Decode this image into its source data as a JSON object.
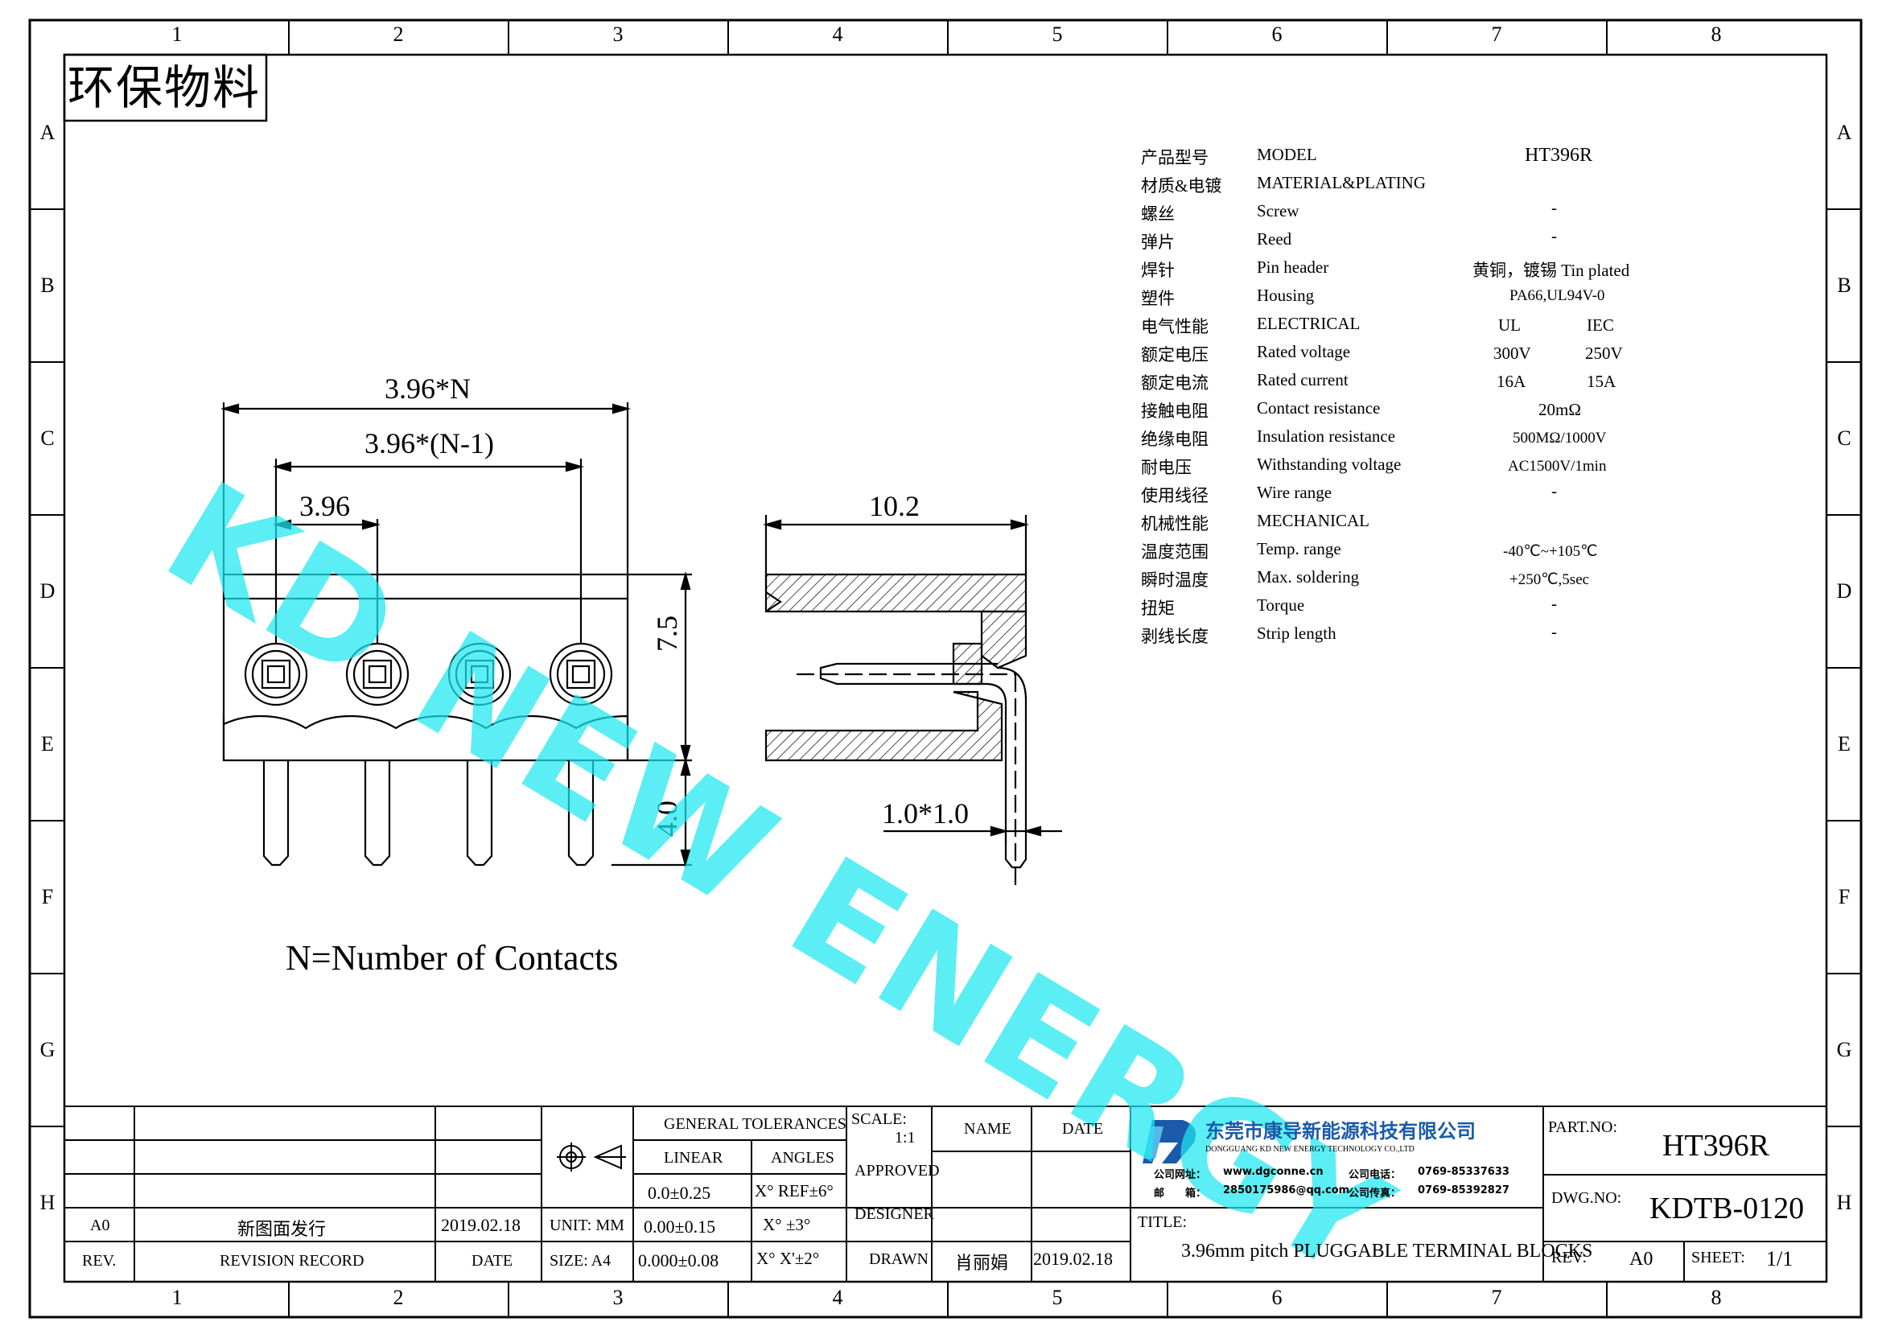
{
  "frame": {
    "columns": [
      "1",
      "2",
      "3",
      "4",
      "5",
      "6",
      "7",
      "8"
    ],
    "rows": [
      "A",
      "B",
      "C",
      "D",
      "E",
      "F",
      "G",
      "H"
    ]
  },
  "stamp": "环保物料",
  "watermark": "KD NEW ENERGY",
  "dimensions": {
    "total_width": "3.96*N",
    "pitch_span": "3.96*(N-1)",
    "pitch": "3.96",
    "height_body": "7.5",
    "pin_length": "4.0",
    "side_width": "10.2",
    "pin_section": "1.0*1.0"
  },
  "note": "N=Number of Contacts",
  "specs": [
    {
      "cn": "产品型号",
      "en": "MODEL",
      "v1": "HT396R",
      "v2": ""
    },
    {
      "cn": "材质&电镀",
      "en": "MATERIAL&PLATING",
      "v1": "",
      "v2": ""
    },
    {
      "cn": "螺丝",
      "en": "Screw",
      "v1": "-",
      "v2": ""
    },
    {
      "cn": "弹片",
      "en": "Reed",
      "v1": "-",
      "v2": ""
    },
    {
      "cn": "焊针",
      "en": "Pin header",
      "v1": "黄铜，镀锡 Tin plated",
      "v2": ""
    },
    {
      "cn": "塑件",
      "en": "Housing",
      "v1": "PA66,UL94V-0",
      "v2": ""
    },
    {
      "cn": "电气性能",
      "en": "ELECTRICAL",
      "v1": "UL",
      "v2": "IEC"
    },
    {
      "cn": "额定电压",
      "en": "Rated voltage",
      "v1": "300V",
      "v2": "250V"
    },
    {
      "cn": "额定电流",
      "en": "Rated current",
      "v1": "16A",
      "v2": "15A"
    },
    {
      "cn": "接触电阻",
      "en": "Contact resistance",
      "v1": "20mΩ",
      "v2": ""
    },
    {
      "cn": "绝缘电阻",
      "en": "Insulation resistance",
      "v1": "500MΩ/1000V",
      "v2": ""
    },
    {
      "cn": "耐电压",
      "en": "Withstanding voltage",
      "v1": "AC1500V/1min",
      "v2": ""
    },
    {
      "cn": "使用线径",
      "en": "Wire range",
      "v1": "-",
      "v2": ""
    },
    {
      "cn": "机械性能",
      "en": "MECHANICAL",
      "v1": "",
      "v2": ""
    },
    {
      "cn": "温度范围",
      "en": "Temp. range",
      "v1": "-40℃~+105℃",
      "v2": ""
    },
    {
      "cn": "瞬时温度",
      "en": "Max. soldering",
      "v1": "+250℃,5sec",
      "v2": ""
    },
    {
      "cn": "扭矩",
      "en": "Torque",
      "v1": "-",
      "v2": ""
    },
    {
      "cn": "剥线长度",
      "en": "Strip length",
      "v1": "-",
      "v2": ""
    }
  ],
  "titleblock": {
    "rev_code": "A0",
    "rev_desc": "新图面发行",
    "rev_date": "2019.02.18",
    "rev_label": "REV.",
    "revision_record": "REVISION RECORD",
    "date_label": "DATE",
    "unit": "UNIT: MM",
    "size": "SIZE: A4",
    "general_tol": "GENERAL TOLERANCES",
    "linear": "LINEAR",
    "angles": "ANGLES",
    "tol_lin": [
      "0.0±0.25",
      "0.00±0.15",
      "0.000±0.08"
    ],
    "tol_ang": [
      "X° REF±6°",
      "X° ±3°",
      "X° X'±2°"
    ],
    "scale_label": "SCALE:",
    "scale_value": "1:1",
    "name_label": "NAME",
    "date_label2": "DATE",
    "approved": "APPROVED",
    "designer": "DESIGNER",
    "drawn": "DRAWN",
    "drawn_name": "肖丽娟",
    "drawn_date": "2019.02.18",
    "company_cn": "东莞市康导新能源科技有限公司",
    "company_en": "DONGGUANG KD NEW ENERGY TECHNOLOGY CO.,LTD",
    "site_label": "公司网址：",
    "site": "www.dgconne.cn",
    "phone_label": "公司电话：",
    "phone": "0769-85337633",
    "mail_label": "邮　　箱：",
    "mail": "2850175986@qq.com",
    "fax_label": "公司传真：",
    "fax": "0769-85392827",
    "title_label": "TITLE:",
    "title": "3.96mm pitch PLUGGABLE TERMINAL BLOCKS",
    "part_label": "PART.NO:",
    "part": "HT396R",
    "dwg_label": "DWG.NO:",
    "dwg": "KDTB-0120",
    "rev2_label": "REV:",
    "rev2": "A0",
    "sheet_label": "SHEET:",
    "sheet": "1/1"
  },
  "colors": {
    "watermark": "#1de8f0",
    "logo_blue": "#1a5aa8"
  }
}
